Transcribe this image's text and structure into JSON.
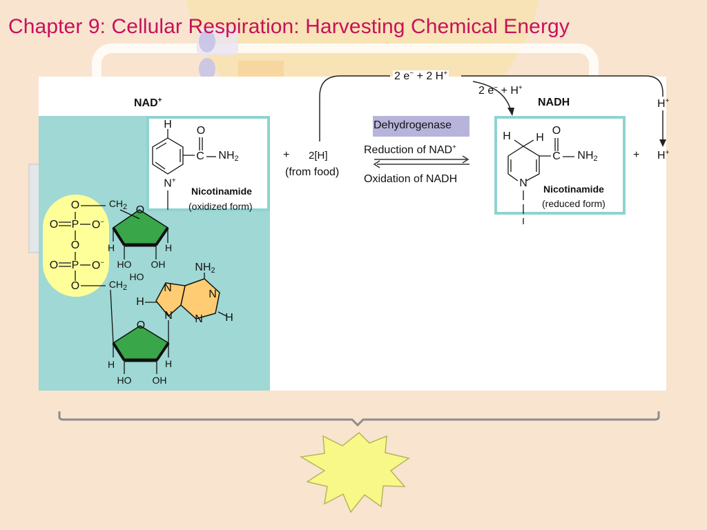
{
  "slide": {
    "title": "Chapter 9: Cellular Respiration: Harvesting Chemical Energy"
  },
  "diagram": {
    "nad_oxidized_label": "NAD",
    "nad_oxidized_charge": "+",
    "nadh_label": "NADH",
    "enzyme_label": "Dehydrogenase",
    "reduction_label": "Reduction of NAD",
    "reduction_charge": "+",
    "oxidation_label": "Oxidation of NADH",
    "from_food_label": "(from food)",
    "hydrogen_pair": "2[H]",
    "plus_sign": "+",
    "top_transfer_label": "2 e",
    "top_transfer_tail": " + 2 H",
    "electron_sup": "−",
    "proton_sup": "+",
    "inner_transfer_label": "2 e",
    "inner_transfer_tail": " + H",
    "h_ion": "H",
    "nicotinamide_oxidized_name": "Nicotinamide",
    "nicotinamide_oxidized_form": "(oxidized form)",
    "nicotinamide_reduced_name": "Nicotinamide",
    "nicotinamide_reduced_form": "(reduced form)"
  },
  "atoms": {
    "H": "H",
    "O": "O",
    "C": "C",
    "N": "N",
    "P": "P",
    "NH": "NH",
    "two": "2",
    "CH": "CH",
    "HO": "HO",
    "OH": "OH",
    "Ominus": "O",
    "minus": "−",
    "plus": "+"
  },
  "colors": {
    "title": "#c8105a",
    "background": "#f8e4cf",
    "teal_panel": "#9fd8d4",
    "frame": "#8fd3cf",
    "ribose": "#3aa64a",
    "adenine": "#ffcc73",
    "phosphate": "#ffff9a",
    "enzyme": "#b7b4db",
    "burst": "#f8f888"
  }
}
